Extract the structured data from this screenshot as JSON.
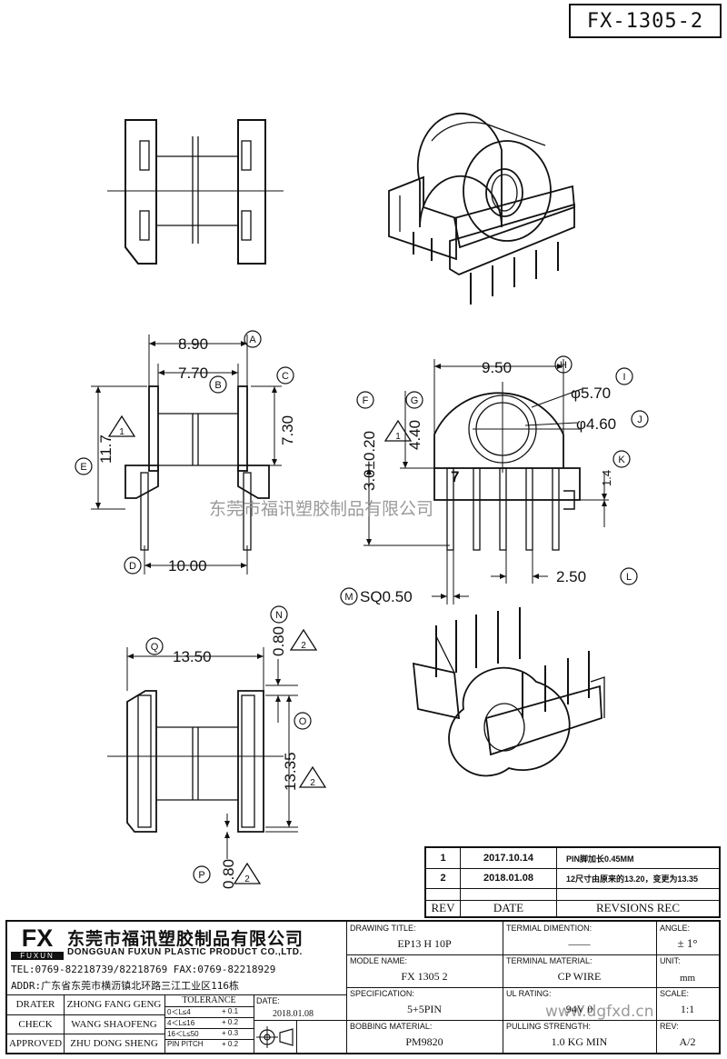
{
  "header": {
    "drawing_number": "FX-1305-2"
  },
  "dimensions": {
    "a": "8.90",
    "b": "7.70",
    "c": "7.30",
    "e": "11.7",
    "d": "10.00",
    "h": "9.50",
    "i": "φ5.70",
    "j": "φ4.60",
    "f": "3.0±0.20",
    "g": "4.40",
    "k": "1.4",
    "l": "2.50",
    "m": "SQ0.50",
    "q": "13.50",
    "n": "0.80",
    "o": "13.35",
    "p": "0.80"
  },
  "callouts": {
    "a": "A",
    "b": "B",
    "c": "C",
    "d": "D",
    "e": "E",
    "f": "F",
    "g": "G",
    "h": "H",
    "i": "I",
    "j": "J",
    "k": "K",
    "l": "L",
    "m": "M",
    "n": "N",
    "o": "O",
    "p": "P",
    "q": "Q"
  },
  "markers": {
    "rev1": "1",
    "rev2": "2",
    "pin_number": "7"
  },
  "watermark": {
    "chinese_line": "东莞市福讯塑胶制品有限公司",
    "site": "www.dgfxd.cn"
  },
  "revisions": {
    "rows": [
      {
        "rev": "1",
        "date": "2017.10.14",
        "note": "PIN脚加长0.45MM"
      },
      {
        "rev": "2",
        "date": "2018.01.08",
        "note": "12尺寸由原来的13.20，变更为13.35"
      }
    ],
    "header": {
      "rev": "REV",
      "date": "DATE",
      "note": "REVSIONS REC"
    }
  },
  "company": {
    "logo": "FX",
    "logo_sub": "FUXUN",
    "name_cn": "东莞市福讯塑胶制品有限公司",
    "name_en": "DONGGUAN FUXUN PLASTIC PRODUCT CO.,LTD.",
    "tel": "TEL:0769-82218739/82218769 FAX:0769-82218929",
    "addr": "ADDR:广东省东莞市横沥镇北环路三江工业区116栋"
  },
  "signoff": [
    {
      "role": "DRATER",
      "name": "ZHONG FANG GENG"
    },
    {
      "role": "CHECK",
      "name": "WANG SHAOFENG"
    },
    {
      "role": "APPROVED",
      "name": "ZHU DONG SHENG"
    }
  ],
  "tolerance": {
    "title": "TOLERANCE",
    "rows": [
      {
        "range": "0＜L≤4",
        "tol": "+ 0.1"
      },
      {
        "range": "4＜L≤16",
        "tol": "+ 0.2"
      },
      {
        "range": "16＜L≤50",
        "tol": "+ 0.3"
      },
      {
        "range": "PIN PITCH",
        "tol": "+ 0.2"
      }
    ]
  },
  "date": {
    "caption": "DATE:",
    "value": "2018.01.08"
  },
  "fields": {
    "drawing_title": {
      "caption": "DRAWING TITLE:",
      "value": "EP13 H 10P"
    },
    "model_name": {
      "caption": "MODLE NAME:",
      "value": "FX 1305 2"
    },
    "specification": {
      "caption": "SPECIFICATION:",
      "value": "5+5PIN"
    },
    "bobbin_material": {
      "caption": "BOBBING MATERIAL:",
      "value": "PM9820"
    },
    "terminal_dimention": {
      "caption": "TERMIAL DIMENTION:",
      "value": "——"
    },
    "terminal_material": {
      "caption": "TERMINAL MATERIAL:",
      "value": "CP WIRE"
    },
    "ul_rating": {
      "caption": "UL RATING:",
      "value": "94V 0"
    },
    "pulling_strength": {
      "caption": "PULLING STRENGTH:",
      "value": "1.0 KG MIN"
    },
    "angle": {
      "caption": "ANGLE:",
      "value": "± 1°"
    },
    "unit": {
      "caption": "UNIT:",
      "value": "mm"
    },
    "scale": {
      "caption": "SCALE:",
      "value": "1:1"
    },
    "rev": {
      "caption": "REV:",
      "value": "A/2"
    }
  }
}
